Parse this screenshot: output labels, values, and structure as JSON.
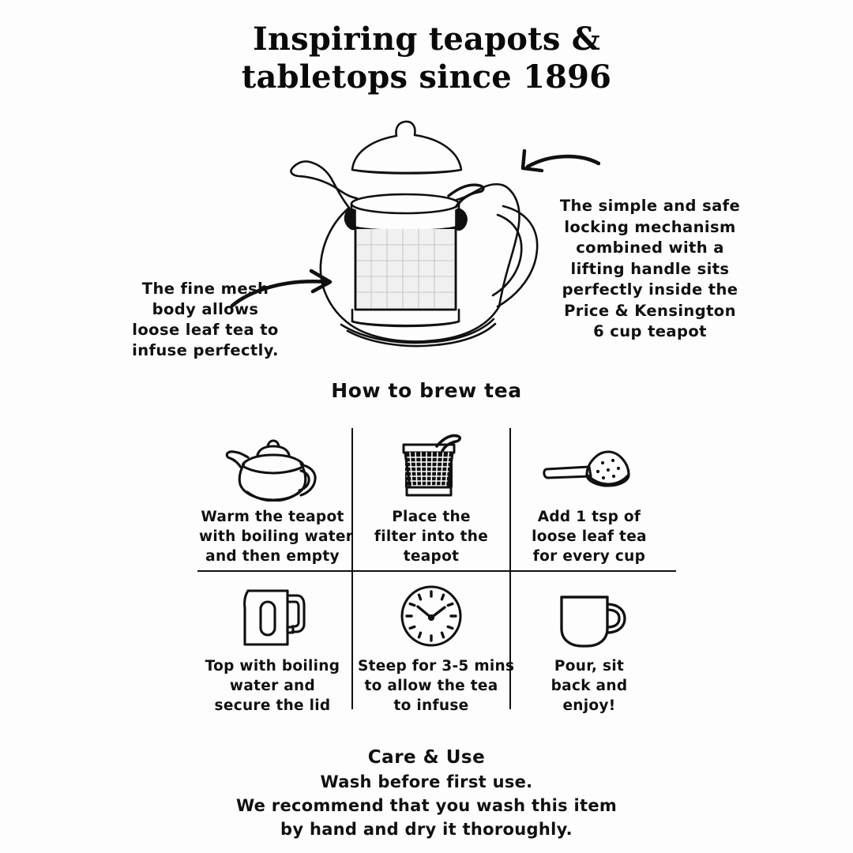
{
  "title": {
    "line1": "Inspiring teapots &",
    "line2": "tabletops since 1896"
  },
  "callouts": {
    "right": {
      "lines": [
        "The simple and safe",
        "locking mechanism",
        "combined with a",
        "lifting handle sits",
        "perfectly inside the",
        "Price & Kensington",
        "6 cup teapot"
      ]
    },
    "left": {
      "lines": [
        "The fine mesh",
        "body allows",
        "loose leaf tea to",
        "infuse perfectly."
      ]
    }
  },
  "brew": {
    "heading": "How to brew tea",
    "steps": [
      {
        "icon": "teapot-icon",
        "lines": [
          "Warm the teapot",
          "with boiling water",
          "and then empty"
        ]
      },
      {
        "icon": "mesh-filter-icon",
        "lines": [
          "Place the",
          "filter into the",
          "teapot"
        ]
      },
      {
        "icon": "tea-spoon-icon",
        "lines": [
          "Add 1 tsp of",
          "loose leaf tea",
          "for every cup"
        ]
      },
      {
        "icon": "kettle-icon",
        "lines": [
          "Top with boiling",
          "water and",
          "secure the lid"
        ]
      },
      {
        "icon": "clock-icon",
        "lines": [
          "Steep for 3-5 mins",
          "to allow the tea",
          "to infuse"
        ]
      },
      {
        "icon": "mug-icon",
        "lines": [
          "Pour, sit",
          "back and",
          "enjoy!"
        ]
      }
    ]
  },
  "care": {
    "heading": "Care & Use",
    "lines": [
      "Wash before first use.",
      "We recommend that you wash this item",
      "by hand and dry it thoroughly."
    ]
  },
  "colors": {
    "ink": "#101010",
    "background": "#fdfdfd",
    "mesh_fill": "#efefef"
  }
}
